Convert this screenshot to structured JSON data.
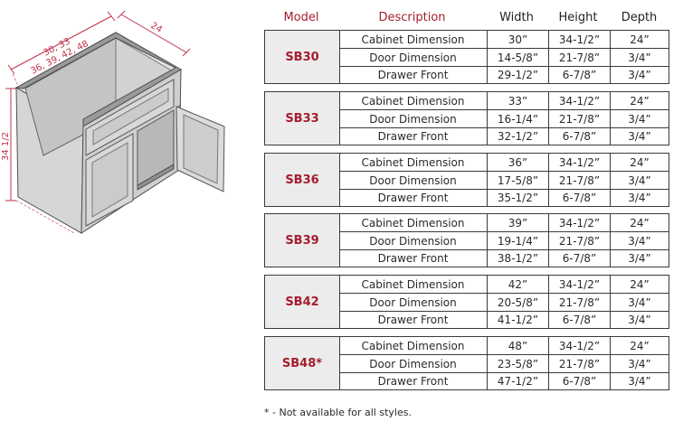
{
  "drawing": {
    "width_label_line1": "30, 33",
    "width_label_line2": "36, 39, 42, 48",
    "depth_label": "24",
    "height_label": "34 1/2"
  },
  "headers": {
    "model": "Model",
    "description": "Description",
    "width": "Width",
    "height": "Height",
    "depth": "Depth"
  },
  "groups": [
    {
      "model": "SB30",
      "rows": [
        {
          "desc": "Cabinet Dimension",
          "w": "30”",
          "h": "34-1/2”",
          "d": "24”"
        },
        {
          "desc": "Door Dimension",
          "w": "14-5/8”",
          "h": "21-7/8”",
          "d": "3/4”"
        },
        {
          "desc": "Drawer Front",
          "w": "29-1/2”",
          "h": "6-7/8”",
          "d": "3/4”"
        }
      ]
    },
    {
      "model": "SB33",
      "rows": [
        {
          "desc": "Cabinet Dimension",
          "w": "33”",
          "h": "34-1/2”",
          "d": "24”"
        },
        {
          "desc": "Door Dimension",
          "w": "16-1/4”",
          "h": "21-7/8”",
          "d": "3/4”"
        },
        {
          "desc": "Drawer Front",
          "w": "32-1/2”",
          "h": "6-7/8”",
          "d": "3/4”"
        }
      ]
    },
    {
      "model": "SB36",
      "rows": [
        {
          "desc": "Cabinet Dimension",
          "w": "36”",
          "h": "34-1/2”",
          "d": "24”"
        },
        {
          "desc": "Door Dimension",
          "w": "17-5/8”",
          "h": "21-7/8”",
          "d": "3/4”"
        },
        {
          "desc": "Drawer Front",
          "w": "35-1/2”",
          "h": "6-7/8”",
          "d": "3/4”"
        }
      ]
    },
    {
      "model": "SB39",
      "rows": [
        {
          "desc": "Cabinet Dimension",
          "w": "39”",
          "h": "34-1/2”",
          "d": "24”"
        },
        {
          "desc": "Door Dimension",
          "w": "19-1/4”",
          "h": "21-7/8”",
          "d": "3/4”"
        },
        {
          "desc": "Drawer Front",
          "w": "38-1/2”",
          "h": "6-7/8”",
          "d": "3/4”"
        }
      ]
    },
    {
      "model": "SB42",
      "rows": [
        {
          "desc": "Cabinet Dimension",
          "w": "42”",
          "h": "34-1/2”",
          "d": "24”"
        },
        {
          "desc": "Door Dimension",
          "w": "20-5/8”",
          "h": "21-7/8”",
          "d": "3/4”"
        },
        {
          "desc": "Drawer Front",
          "w": "41-1/2”",
          "h": "6-7/8”",
          "d": "3/4”"
        }
      ]
    },
    {
      "model": "SB48*",
      "rows": [
        {
          "desc": "Cabinet Dimension",
          "w": "48”",
          "h": "34-1/2”",
          "d": "24”"
        },
        {
          "desc": "Door Dimension",
          "w": "23-5/8”",
          "h": "21-7/8”",
          "d": "3/4”"
        },
        {
          "desc": "Drawer Front",
          "w": "47-1/2”",
          "h": "6-7/8”",
          "d": "3/4”"
        }
      ]
    }
  ],
  "footnote": "* - Not available for all styles."
}
